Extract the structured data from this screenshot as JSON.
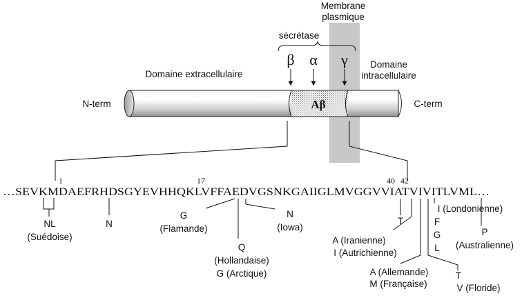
{
  "membrane": {
    "line1": "Membrane",
    "line2": "plasmique"
  },
  "secretase": {
    "label": "sécrétase",
    "beta": "β",
    "alpha": "α",
    "gamma": "γ"
  },
  "domains": {
    "extracellular": "Domaine extracellulaire",
    "intracellular_line1": "Domaine",
    "intracellular_line2": "intracellulaire"
  },
  "protein": {
    "n_term": "N-term",
    "c_term": "C-term",
    "abeta": "Aβ"
  },
  "sequence": {
    "text": "…SEVKMDAEFRHDSGYEVHHQKLVFFAEDVGSNKGAIIGLMVGGVVIATVIVITLVML…",
    "pos_1": "1",
    "pos_17": "17",
    "pos_40": "40",
    "pos_42": "42"
  },
  "mutations": {
    "swedish_code": "NL",
    "swedish_name": "(Suédoise)",
    "n_h6": "N",
    "flemish_code": "G",
    "flemish_name": "(Flamande)",
    "dutch_code": "Q",
    "dutch_name": "(Hollandaise)",
    "arctic": "G (Arctique)",
    "iowa_code": "N",
    "iowa_name": "(Iowa)",
    "t_code": "T",
    "iranian": "A (Iranienne)",
    "austrian": "I (Autrichienne)",
    "german": "A (Allemande)",
    "french": "M (Française)",
    "florida_code": "T",
    "florida_name": "V (Floride)",
    "london": "I (Londonienne)",
    "f_code": "F",
    "g_code": "G",
    "l_code": "L",
    "australian_code": "P",
    "australian_name": "(Australienne)"
  }
}
